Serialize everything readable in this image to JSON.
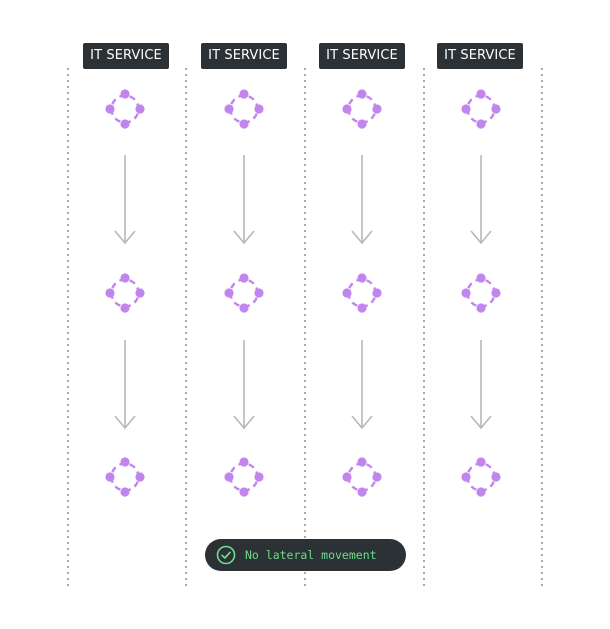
{
  "columns": [
    {
      "label": "IT SERVICE"
    },
    {
      "label": "IT SERVICE"
    },
    {
      "label": "IT SERVICE"
    },
    {
      "label": "IT SERVICE"
    }
  ],
  "status": {
    "text": "No lateral movement",
    "icon": "check-circle-icon",
    "color": "#6fdc8c"
  },
  "colors": {
    "node": "#c185ee",
    "arrow": "#b8b8b8",
    "divider": "#a9a9a9",
    "label_bg": "#2b3135"
  }
}
